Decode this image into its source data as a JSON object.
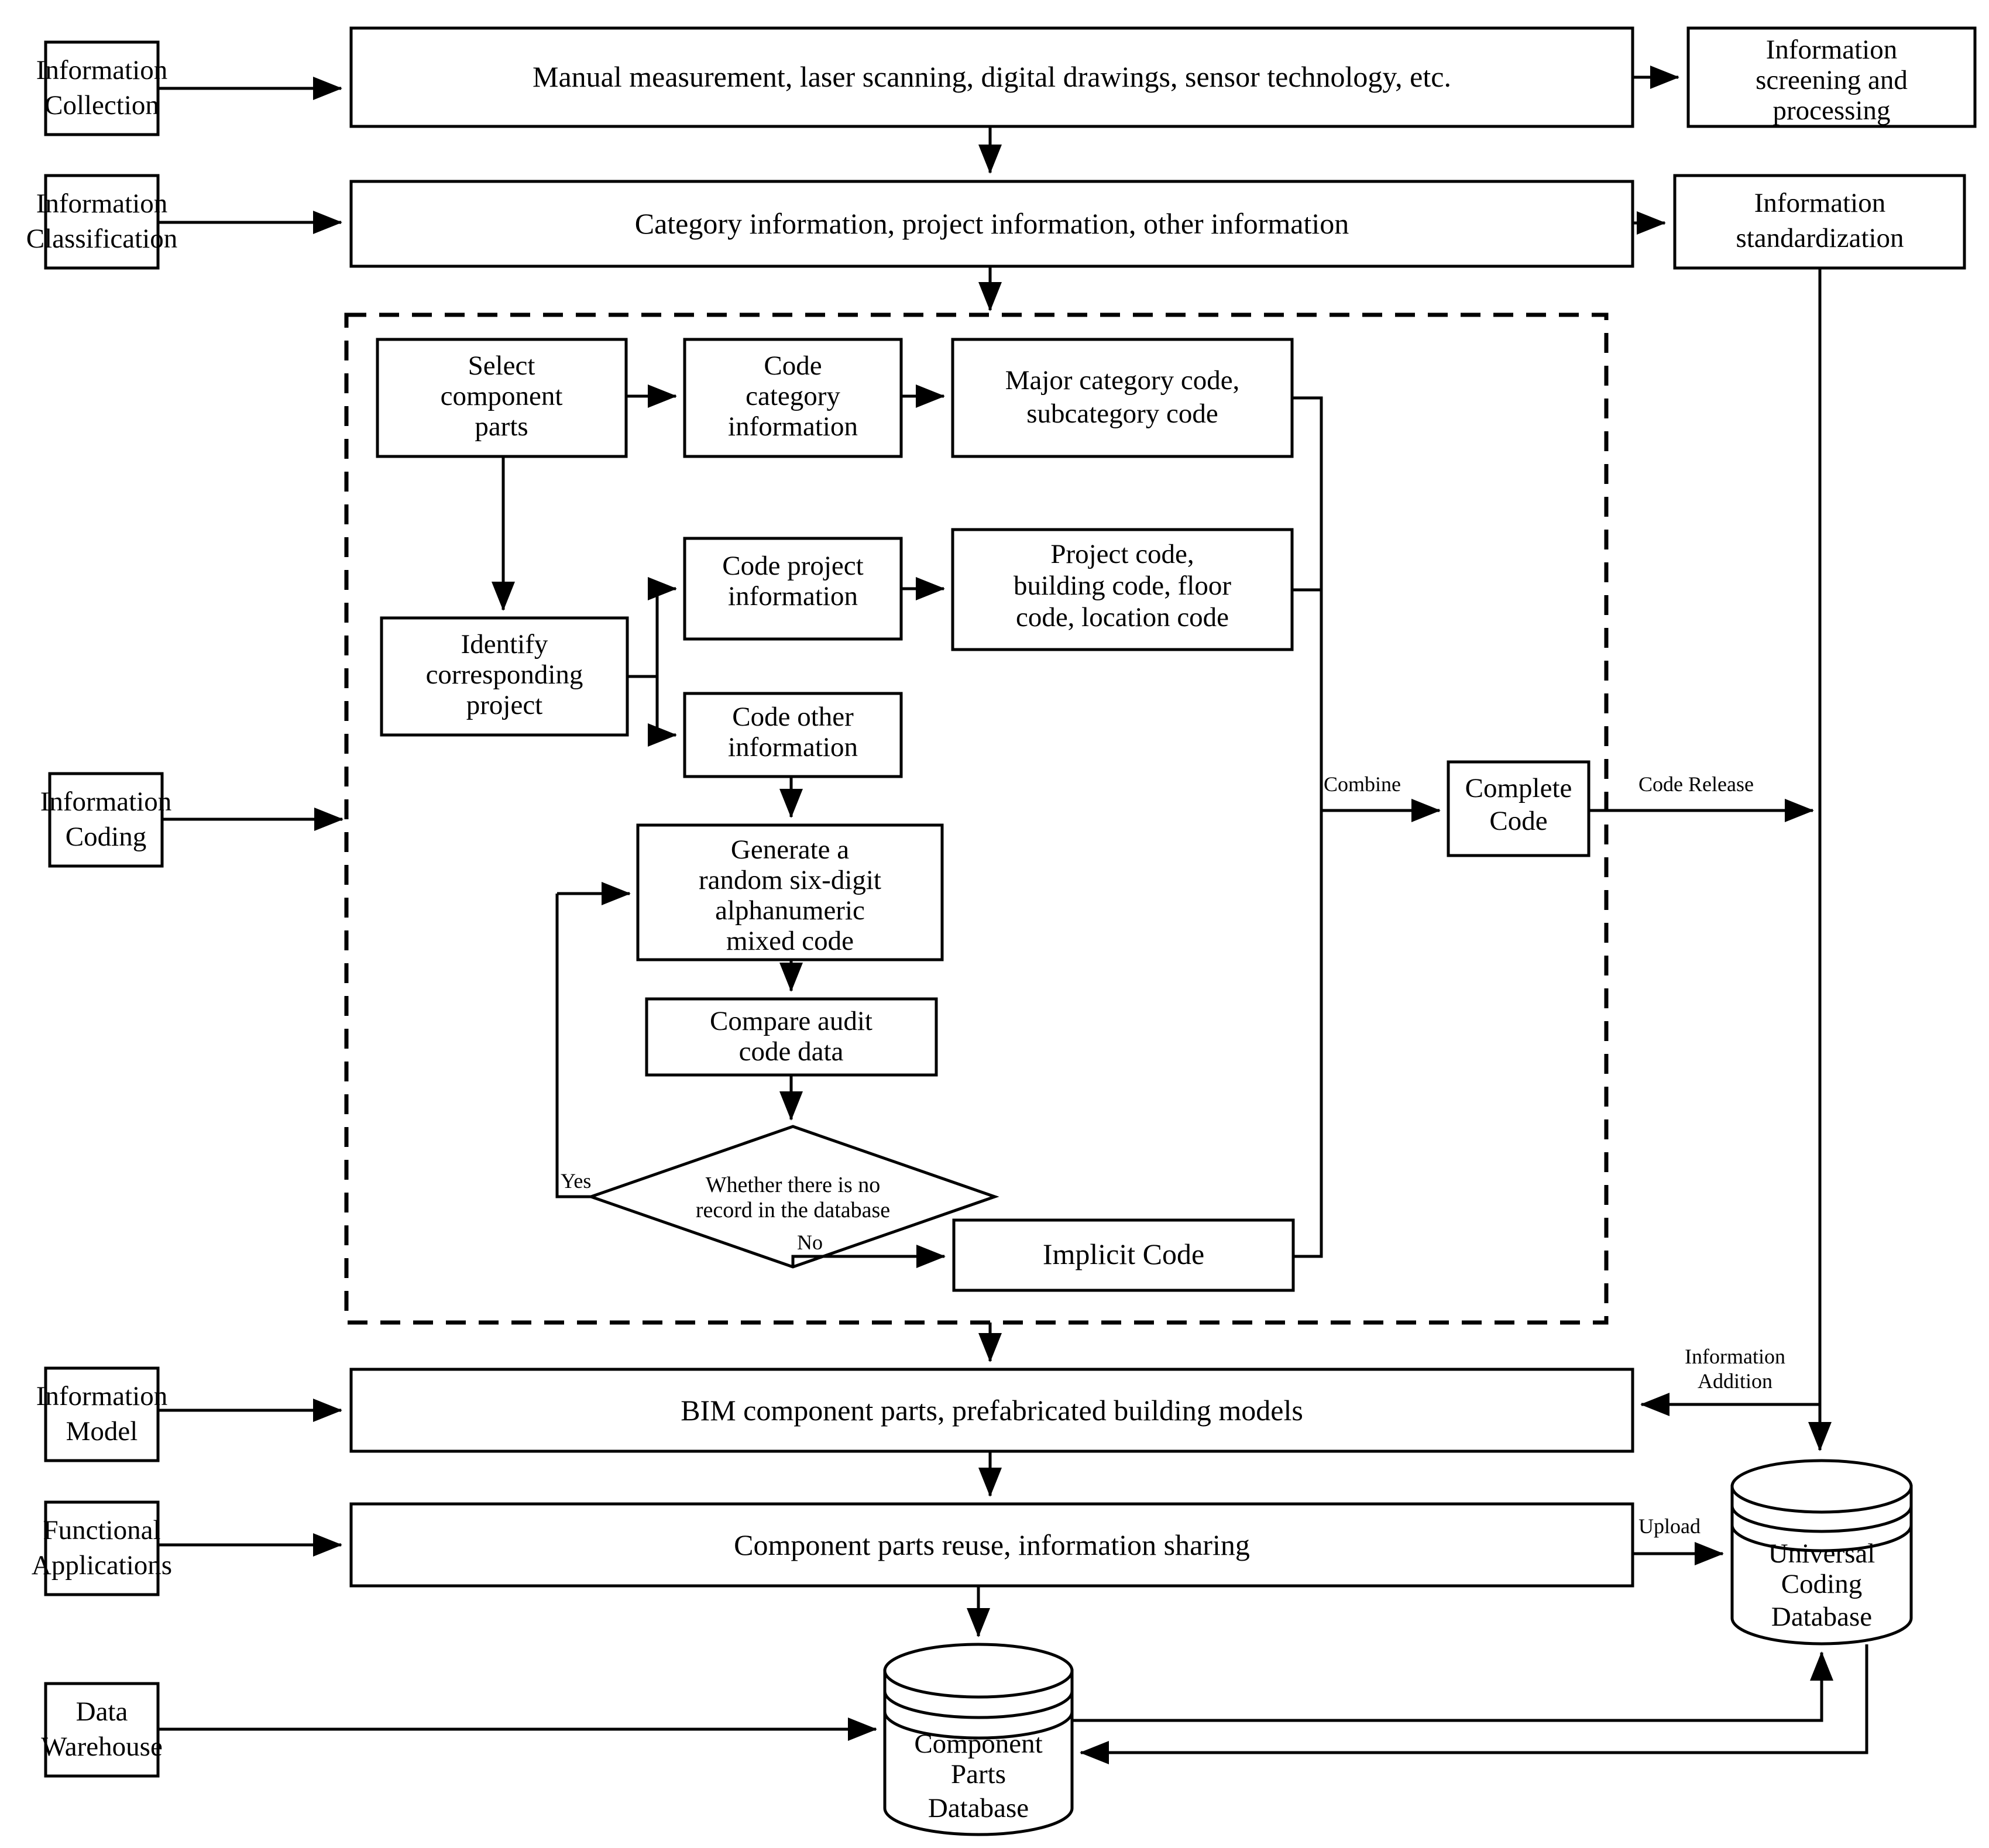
{
  "diagram": {
    "title": "BIM component parts information coding flowchart",
    "stage_labels": [
      {
        "id": "information-collection",
        "lines": [
          "Information",
          "Collection"
        ]
      },
      {
        "id": "information-classification",
        "lines": [
          "Information",
          "Classification"
        ]
      },
      {
        "id": "information-coding",
        "lines": [
          "Information",
          "Coding"
        ]
      },
      {
        "id": "information-model",
        "lines": [
          "Information",
          "Model"
        ]
      },
      {
        "id": "functional-applications",
        "lines": [
          "Functional",
          "Applications"
        ]
      },
      {
        "id": "data-warehouse",
        "lines": [
          "Data",
          "Warehouse"
        ]
      }
    ],
    "main_bars": [
      {
        "id": "collection-methods",
        "lines": [
          "Manual measurement, laser scanning, digital drawings, sensor technology, etc."
        ]
      },
      {
        "id": "classification-types",
        "lines": [
          "Category information, project information, other information"
        ]
      },
      {
        "id": "information-model-bar",
        "lines": [
          "BIM component parts, prefabricated building models"
        ]
      },
      {
        "id": "functional-applications-bar",
        "lines": [
          "Component parts reuse, information sharing"
        ]
      }
    ],
    "right_boxes": [
      {
        "id": "information-screening",
        "lines": [
          "Information",
          "screening and",
          "processing"
        ]
      },
      {
        "id": "information-standardization",
        "lines": [
          "Information",
          "standardization"
        ]
      }
    ],
    "coding_boxes": [
      {
        "id": "select-component-parts",
        "lines": [
          "Select",
          "component",
          "parts"
        ]
      },
      {
        "id": "code-category-information",
        "lines": [
          "Code",
          "category",
          "information"
        ]
      },
      {
        "id": "major-category-code",
        "lines": [
          "Major category code,",
          "subcategory code"
        ]
      },
      {
        "id": "identify-corresponding-project",
        "lines": [
          "Identify",
          "corresponding",
          "project"
        ]
      },
      {
        "id": "code-project-information",
        "lines": [
          "Code project",
          "information"
        ]
      },
      {
        "id": "project-code",
        "lines": [
          "Project code,",
          "building code, floor",
          "code, location code"
        ]
      },
      {
        "id": "code-other-information",
        "lines": [
          "Code other",
          "information"
        ]
      },
      {
        "id": "generate-random-code",
        "lines": [
          "Generate a",
          "random six-digit",
          "alphanumeric",
          "mixed code"
        ]
      },
      {
        "id": "compare-audit-code-data",
        "lines": [
          "Compare audit",
          "code data"
        ]
      },
      {
        "id": "implicit-code",
        "lines": [
          "Implicit Code"
        ]
      },
      {
        "id": "complete-code",
        "lines": [
          "Complete",
          "Code"
        ]
      }
    ],
    "decision": {
      "id": "whether-no-record",
      "lines": [
        "Whether there is no",
        "record in the database"
      ],
      "yes_label": "Yes",
      "no_label": "No"
    },
    "databases": [
      {
        "id": "component-parts-database",
        "lines": [
          "Component",
          "Parts",
          "Database"
        ]
      },
      {
        "id": "universal-coding-database",
        "lines": [
          "Universal",
          "Coding",
          "Database"
        ]
      }
    ],
    "edge_labels": [
      {
        "id": "combine",
        "text": "Combine"
      },
      {
        "id": "code-release",
        "text": "Code Release"
      },
      {
        "id": "information-addition",
        "lines": [
          "Information",
          "Addition"
        ]
      },
      {
        "id": "upload",
        "text": "Upload"
      }
    ],
    "colors": {
      "stroke": "#000000",
      "fill": "#ffffff",
      "text": "#000000"
    }
  }
}
